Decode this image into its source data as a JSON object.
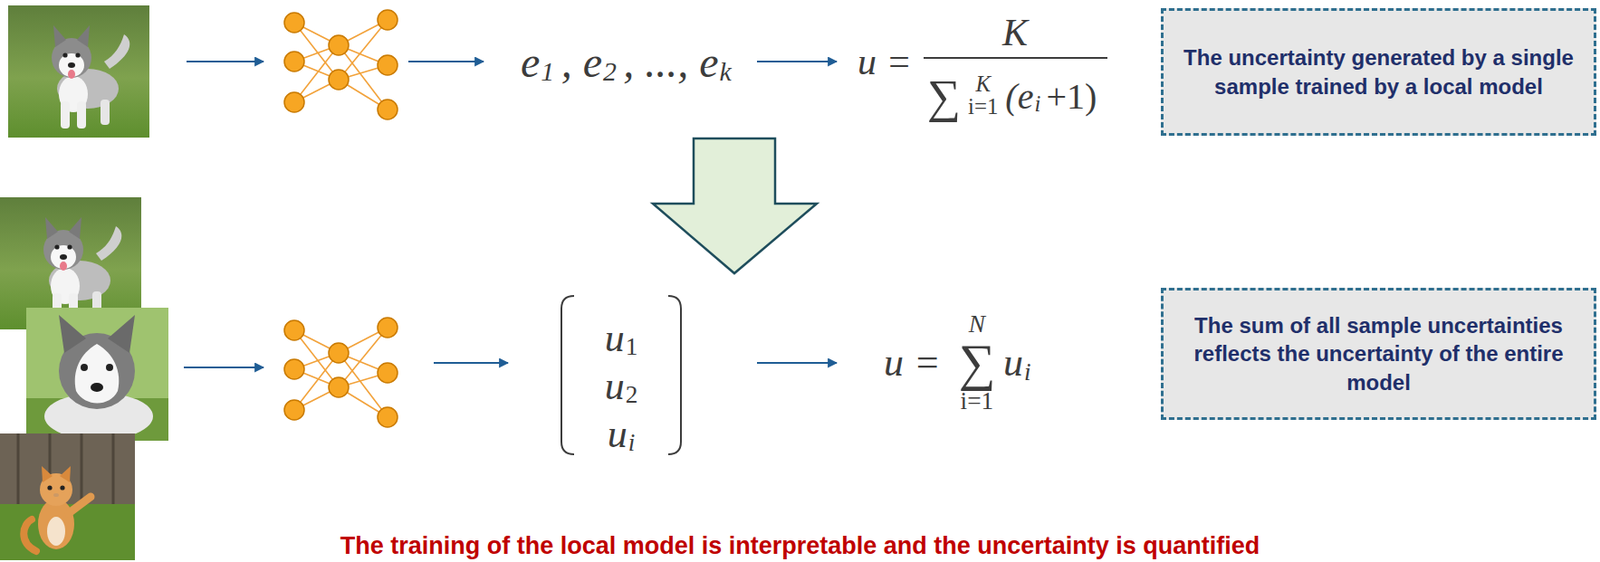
{
  "diagram": {
    "caption": "The training of the local model is interpretable and the uncertainty is quantified",
    "nodes": [
      {
        "text": [
          "The uncertainty generated by a single sample trained by a local model"
        ]
      },
      {
        "text": [
          "The sum of all sample uncertainties reflects the uncertainty of the entire model"
        ]
      }
    ],
    "labels": [
      "e",
      "1",
      ", e",
      "2",
      ", ..., e",
      "k",
      "u =",
      "K",
      "∑",
      "K",
      "i=1",
      "(e",
      "i",
      "+1)",
      "u",
      "1",
      "u",
      "2",
      "u",
      "i",
      "u =",
      "∑",
      "N",
      "i=1",
      "u",
      "i"
    ]
  }
}
